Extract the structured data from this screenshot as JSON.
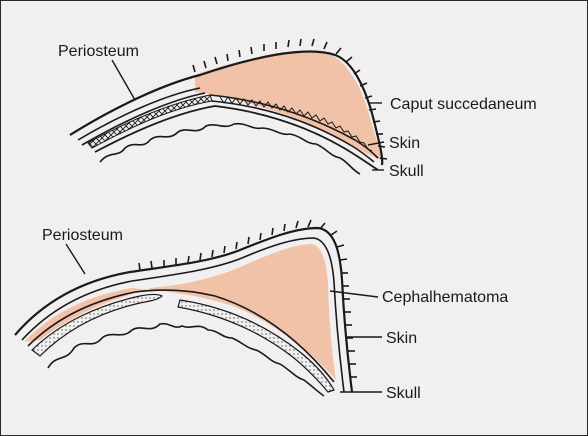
{
  "top_figure": {
    "labels": {
      "periosteum": "Periosteum",
      "caput": "Caput succedaneum",
      "skin": "Skin",
      "skull": "Skull"
    }
  },
  "bottom_figure": {
    "labels": {
      "periosteum": "Periosteum",
      "cephalhematoma": "Cephalhematoma",
      "skin": "Skin",
      "skull": "Skull"
    }
  },
  "colors": {
    "background": "#f1eff0",
    "swelling": "#f2c2a8",
    "outline": "#1a1a1a"
  }
}
